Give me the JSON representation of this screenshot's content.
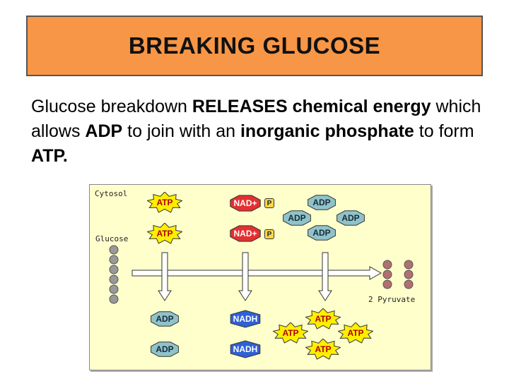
{
  "title": "BREAKING GLUCOSE",
  "body": {
    "p1": "Glucose breakdown ",
    "b1": "RELEASES chemical energy",
    "p2": " which allows ",
    "b2": "ADP",
    "p3": " to join with an ",
    "b3": "inorganic phosphate",
    "p4": " to form ",
    "b4": "ATP."
  },
  "diagram": {
    "cytosol_label": "Cytosol",
    "glucose_label": "Glucose",
    "pyruvate_label": "2 Pyruvate",
    "atp": "ATP",
    "adp": "ADP",
    "nad": "NAD+",
    "nadh": "NADH",
    "phosphate": "P",
    "colors": {
      "atp_fill": "#ffee00",
      "adp_fill": "#8fc3c9",
      "nad_fill": "#e43030",
      "nadh_fill": "#2f60d6",
      "glucose_bead": "#999999",
      "pyruvate_bead": "#b07070",
      "background": "#ffffcc"
    }
  }
}
